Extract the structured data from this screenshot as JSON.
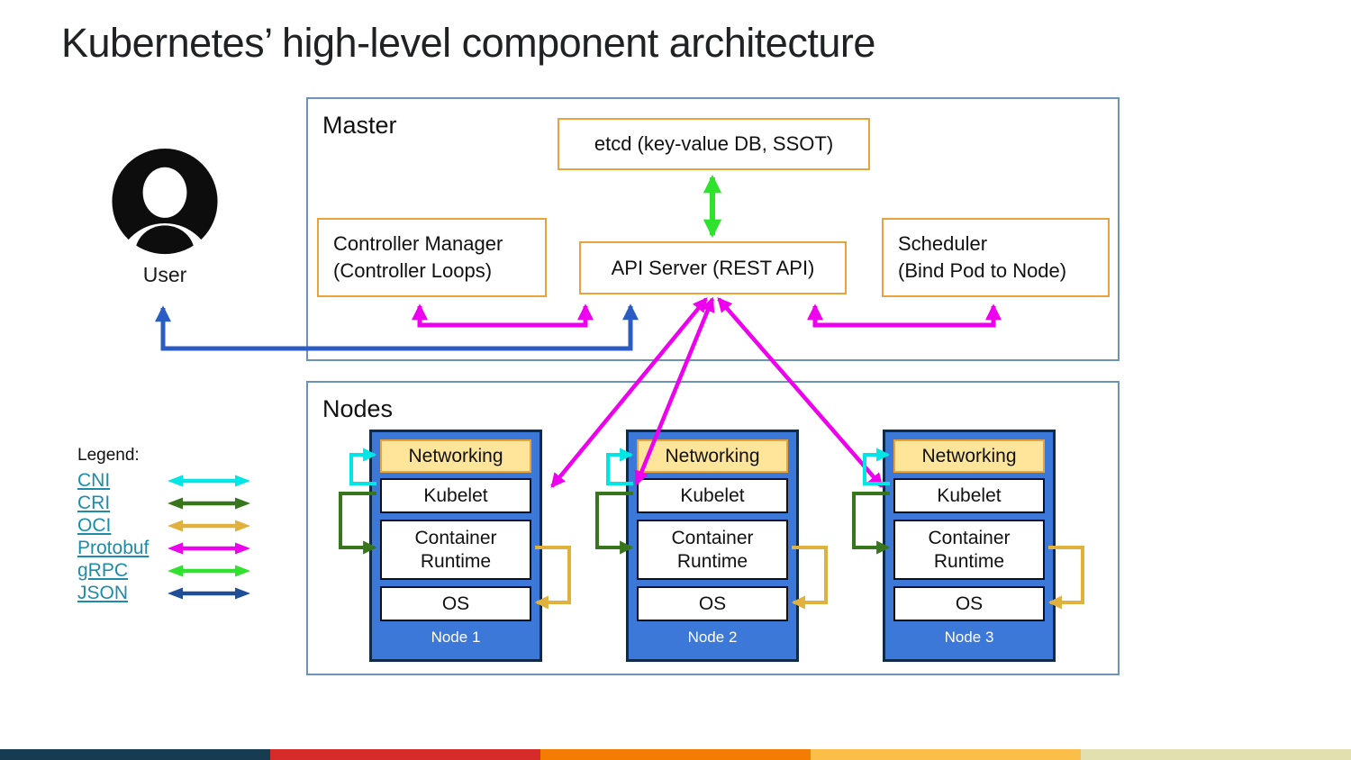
{
  "title": "Kubernetes’ high-level component architecture",
  "user": {
    "label": "User"
  },
  "master": {
    "label": "Master",
    "etcd": "etcd (key-value DB, SSOT)",
    "controller_manager": {
      "line1": "Controller Manager",
      "line2": "(Controller Loops)"
    },
    "api_server": "API Server (REST API)",
    "scheduler": {
      "line1": "Scheduler",
      "line2": "(Bind Pod to Node)"
    }
  },
  "nodes": {
    "label": "Nodes",
    "layers": {
      "networking": "Networking",
      "kubelet": "Kubelet",
      "runtime": "Container Runtime",
      "os": "OS"
    },
    "items": [
      {
        "name": "Node 1"
      },
      {
        "name": "Node 2"
      },
      {
        "name": "Node 3"
      }
    ]
  },
  "legend": {
    "label": "Legend:",
    "items": [
      {
        "label": "CNI",
        "color_key": "cni"
      },
      {
        "label": "CRI",
        "color_key": "cri"
      },
      {
        "label": "OCI",
        "color_key": "oci"
      },
      {
        "label": "Protobuf",
        "color_key": "protobuf"
      },
      {
        "label": "gRPC",
        "color_key": "grpc"
      },
      {
        "label": "JSON",
        "color_key": "json"
      }
    ]
  },
  "colors": {
    "cni": "#00e5e5",
    "cri": "#38761d",
    "oci": "#e0b13d",
    "protobuf": "#ee00ee",
    "grpc": "#2ee22e",
    "json": "#1f4e96",
    "user_link": "#2a5cc4",
    "box_border": "#e8a33c",
    "networking_fill": "#ffe599",
    "node_fill": "#3c78d8",
    "node_border": "#0f2b4c",
    "panel_border": "#6b93b8",
    "footer": [
      "#173b51",
      "#d62a2b",
      "#f47c00",
      "#fbbf49",
      "#e3e0b0"
    ]
  }
}
